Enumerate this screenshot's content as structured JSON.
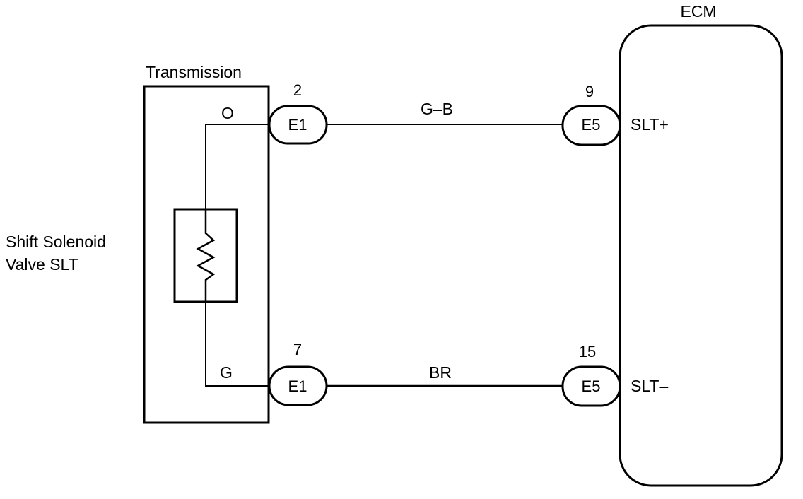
{
  "transmission": {
    "title": "Transmission",
    "top_wire_color": "O",
    "bottom_wire_color": "G"
  },
  "component": {
    "line1": "Shift Solenoid",
    "line2": "Valve SLT",
    "icon": "resistor-icon"
  },
  "ecm": {
    "title": "ECM",
    "pin_top_label": "SLT+",
    "pin_bottom_label": "SLT–"
  },
  "circuits": {
    "top": {
      "left_connector": "E1",
      "left_pin": "2",
      "wire_color": "G–B",
      "right_connector": "E5",
      "right_pin": "9"
    },
    "bottom": {
      "left_connector": "E1",
      "left_pin": "7",
      "wire_color": "BR",
      "right_connector": "E5",
      "right_pin": "15"
    }
  }
}
